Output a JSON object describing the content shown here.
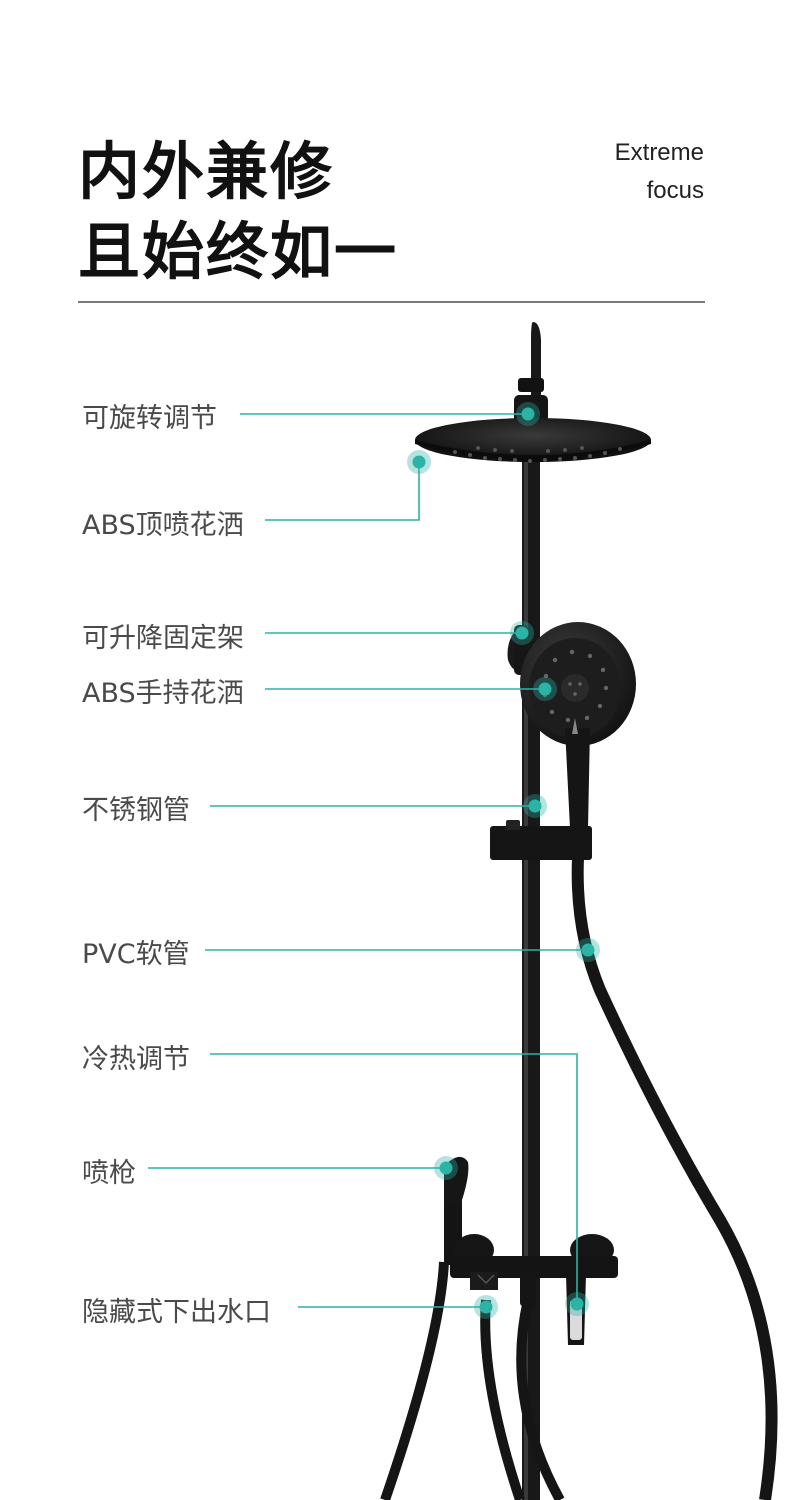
{
  "header": {
    "title_line1": "内外兼修",
    "title_line2": "且始终如一",
    "tag_line1": "Extreme",
    "tag_line2": "focus"
  },
  "callouts": [
    {
      "id": "rotate",
      "label": "可旋转调节"
    },
    {
      "id": "top-shower",
      "label": "ABS顶喷花洒"
    },
    {
      "id": "bracket",
      "label": "可升降固定架"
    },
    {
      "id": "hand-shower",
      "label": "ABS手持花洒"
    },
    {
      "id": "pipe",
      "label": "不锈钢管"
    },
    {
      "id": "hose",
      "label": "PVC软管"
    },
    {
      "id": "temp",
      "label": "冷热调节"
    },
    {
      "id": "sprayer",
      "label": "喷枪"
    },
    {
      "id": "outlet",
      "label": "隐藏式下出水口"
    }
  ],
  "colors": {
    "accent": "#2bb3a6",
    "product": "#161616",
    "text": "#4a4a4a"
  }
}
